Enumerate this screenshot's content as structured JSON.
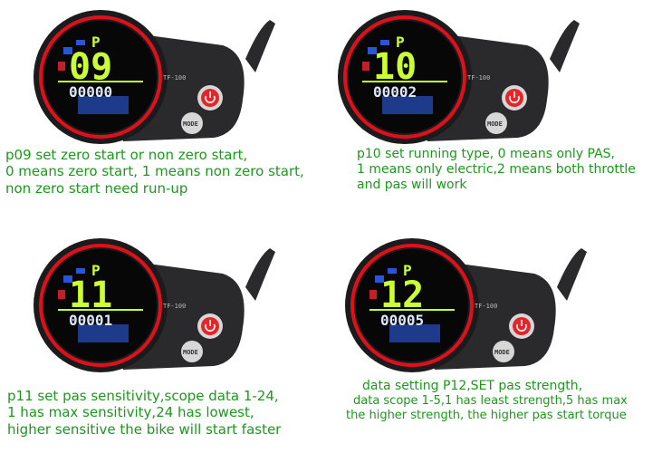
{
  "panels": [
    {
      "code": "09",
      "value": "00000",
      "mode_label": "MODE",
      "model_label": "TF-100",
      "param_letter": "P",
      "caption_lines": [
        "p09 set zero start or non zero start,",
        "0 means zero start, 1 means non zero start,",
        "non zero start need run-up"
      ]
    },
    {
      "code": "10",
      "value": "00002",
      "mode_label": "MODE",
      "model_label": "TF-100",
      "param_letter": "P",
      "caption_lines": [
        "p10 set running type, 0 means only PAS,",
        "1 means only electric,2 means both throttle",
        "and pas will work"
      ]
    },
    {
      "code": "11",
      "value": "00001",
      "mode_label": "MODE",
      "model_label": "TF-100",
      "param_letter": "P",
      "caption_lines": [
        "p11 set pas sensitivity,scope data 1-24,",
        "1 has max sensitivity,24 has lowest,",
        "higher sensitive the bike will start faster"
      ]
    },
    {
      "code": "12",
      "value": "00005",
      "mode_label": "MODE",
      "model_label": "TF-100",
      "param_letter": "P",
      "caption_lines": [
        "data setting P12,SET pas strength,",
        "data scope 1-5,1 has least strength,5 has max",
        "the higher strength, the higher pas start torque"
      ]
    }
  ],
  "colors": {
    "caption": "#1a9a1a",
    "lcd_green": "#ccff33",
    "lcd_value": "#dde8ff",
    "ring_red": "#e0101a",
    "housing": "#2a2a2c",
    "power_button": "#e3262a"
  }
}
